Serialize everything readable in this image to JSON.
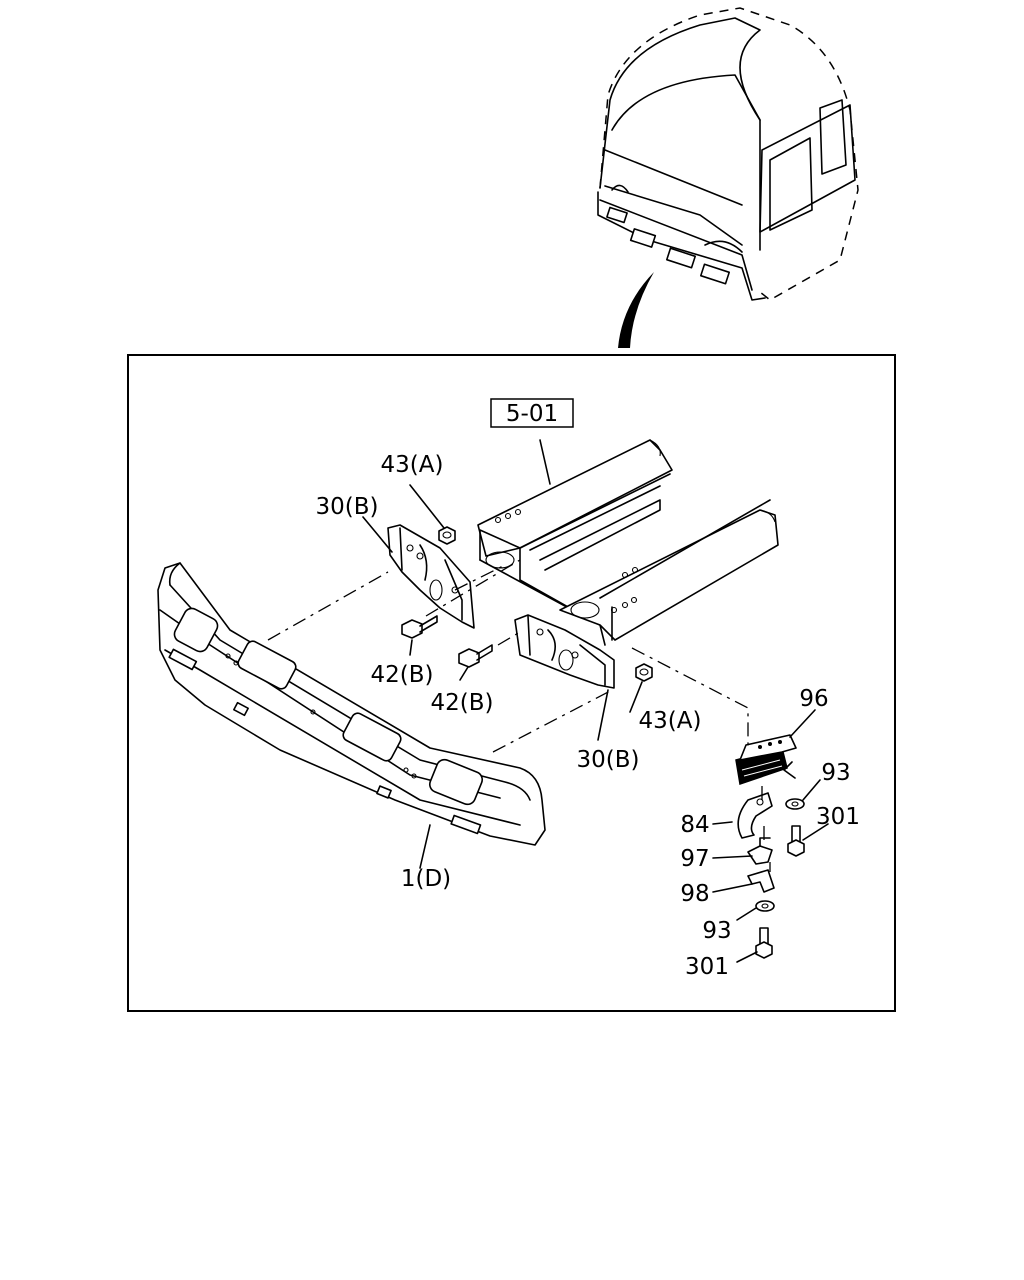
{
  "callouts": {
    "ref_frame": "5-01",
    "nut_upper": "43(A)",
    "bracket_left": "30(B)",
    "bolt_left": "42(B)",
    "bolt_right": "42(B)",
    "nut_lower": "43(A)",
    "bracket_right": "30(B)",
    "bumper": "1(D)",
    "block": "96",
    "washer_upper": "93",
    "bolt_upper": "301",
    "hook": "84",
    "clip": "97",
    "plate": "98",
    "washer_lower": "93",
    "bolt_lower": "301"
  }
}
